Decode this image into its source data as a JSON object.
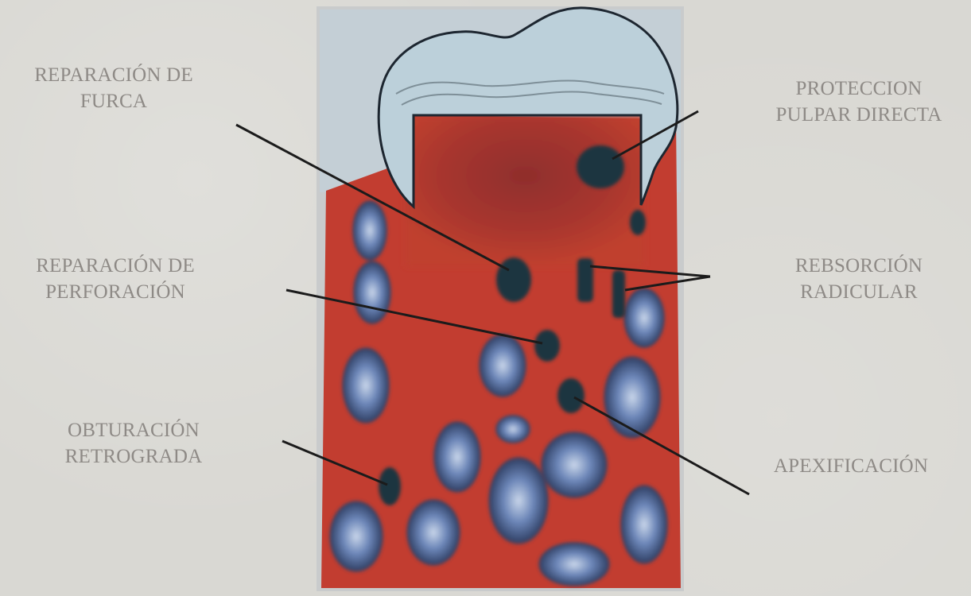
{
  "labels": {
    "furca": [
      "REPARACIÓN DE",
      "FURCA"
    ],
    "proteccion": [
      "PROTECCION",
      "PULPAR DIRECTA"
    ],
    "perforacion": [
      "REPARACIÓN DE",
      "PERFORACIÓN"
    ],
    "resorcion": [
      "REBSORCIÓN",
      "RADICULAR"
    ],
    "obturacion": [
      "OBTURACIÓN",
      "RETROGRADA"
    ],
    "apexificacion": [
      "APEXIFICACIÓN"
    ]
  },
  "colors": {
    "background": "#d9d8d3",
    "label_text": "#8e8a86",
    "tissue_red": "#c23d30",
    "crown": "#b9cdd6",
    "outline": "#1d2630",
    "bone_blue": "#6d84b5",
    "lesion_dark": "#1f3540"
  }
}
